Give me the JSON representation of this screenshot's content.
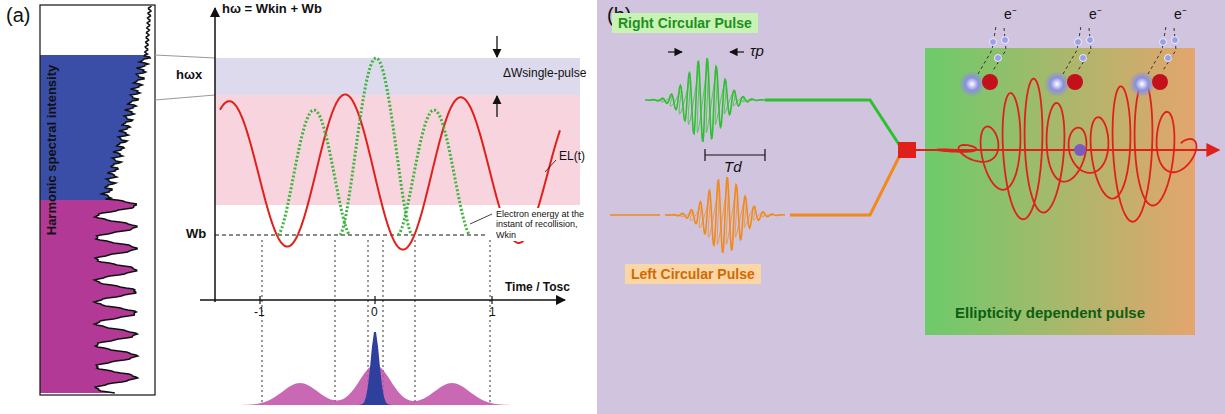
{
  "diagram": {
    "nodes": [
      {
        "text": [
          "Right Circular Pulse"
        ]
      },
      {
        "text": [
          "Left Circular Pulse"
        ]
      },
      {
        "text": [
          "Ellipticity dependent pulse"
        ]
      }
    ],
    "labels": [
      "(a)",
      "Harmonic spectral intensity",
      "hω = Wkin + Wb",
      "hωx",
      "ΔWsingle-pulse",
      "EL(t)",
      "Electron energy at the instant of recollision, Wkin",
      "Wb",
      "-1",
      "0",
      "1",
      "Time / Tosc",
      "(b)",
      "τp",
      "Td",
      "e⁻",
      "e⁻",
      "e⁻"
    ]
  }
}
